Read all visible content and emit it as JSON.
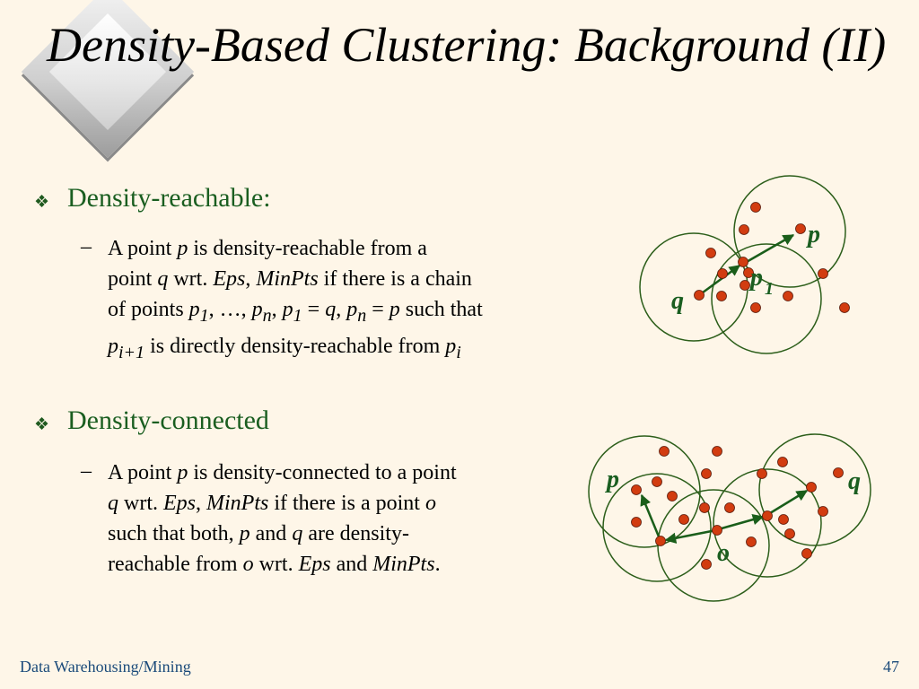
{
  "slide": {
    "title": "Density-Based Clustering: Background (II)",
    "footer_left": "Data Warehousing/Mining",
    "page_number": "47"
  },
  "bullets": [
    {
      "heading": "Density-reachable:",
      "sub": "A point p is density-reachable from a point q wrt. Eps, MinPts if there is a chain of points p1, …, pn, p1 = q, pn = p such that pi+1 is directly density-reachable from pi"
    },
    {
      "heading": "Density-connected",
      "sub": "A point p is density-connected to a point q wrt. Eps, MinPts if there is a point o such that both, p and q are density-reachable from o wrt. Eps and MinPts."
    }
  ],
  "diagram1": {
    "labels": [
      "p",
      "p",
      "1",
      "q"
    ]
  },
  "diagram2": {
    "labels": [
      "p",
      "q",
      "o"
    ]
  },
  "colors": {
    "heading": "#1a5e20",
    "point": "#d23c10",
    "circle": "#2c5e1a",
    "background": "#fef6e8",
    "footer": "#1a4a7a"
  }
}
